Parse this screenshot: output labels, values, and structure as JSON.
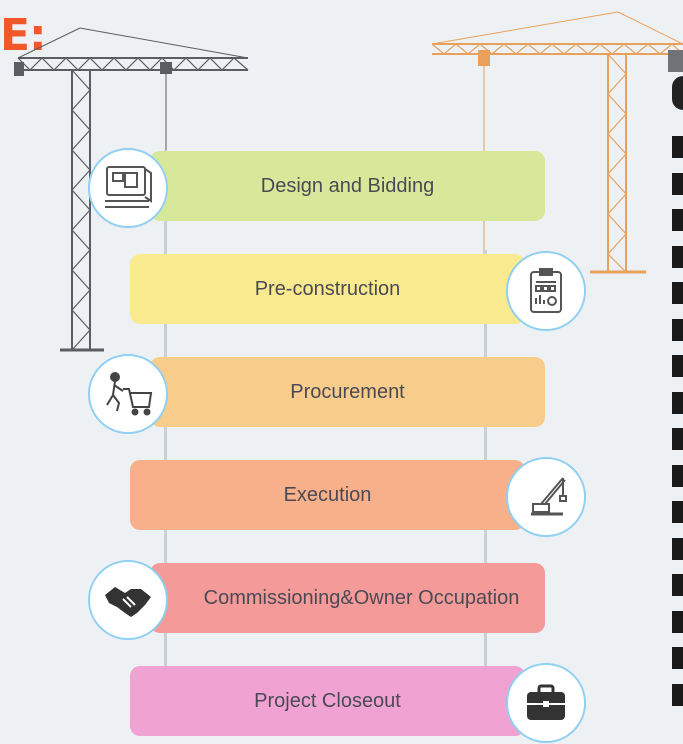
{
  "heading_fragment": "E:",
  "colors": {
    "accent": "#f2572a",
    "badge_border": "#8fd0f2",
    "crane_left": "#5a5d61",
    "crane_right": "#e8a15a"
  },
  "stages": [
    {
      "label": "Design and Bidding",
      "color": "#d8e89a",
      "icon": "blueprint-icon"
    },
    {
      "label": "Pre-construction",
      "color": "#f9ea8f",
      "icon": "clipboard-report-icon"
    },
    {
      "label": "Procurement",
      "color": "#f8cd8c",
      "icon": "shopping-cart-runner-icon"
    },
    {
      "label": "Execution",
      "color": "#f7b089",
      "icon": "excavator-crane-icon"
    },
    {
      "label": "Commissioning&Owner Occupation",
      "color": "#f49a98",
      "icon": "handshake-icon"
    },
    {
      "label": "Project Closeout",
      "color": "#f0a3d3",
      "icon": "briefcase-icon"
    }
  ]
}
